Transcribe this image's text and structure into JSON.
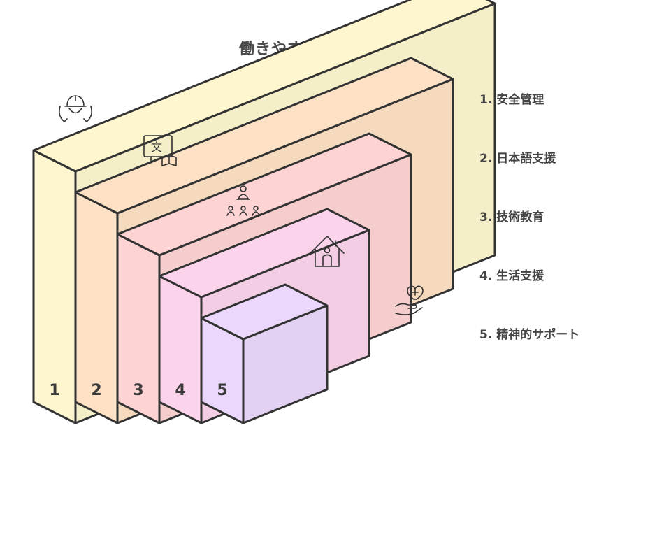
{
  "title": "働きやすい職場環境の構築",
  "steps": [
    {
      "number": "1",
      "label": "1. 安全管理",
      "icon": "helmet-hands-icon",
      "color": "#fdf6cf"
    },
    {
      "number": "2",
      "label": "2. 日本語支援",
      "icon": "language-book-icon",
      "color": "#fde1c4"
    },
    {
      "number": "3",
      "label": "3. 技術教育",
      "icon": "teacher-students-icon",
      "color": "#fdd3d3"
    },
    {
      "number": "4",
      "label": "4. 生活支援",
      "icon": "house-person-icon",
      "color": "#fbd3ea"
    },
    {
      "number": "5",
      "label": "5. 精神的サポート",
      "icon": "heart-hand-icon",
      "color": "#ead7fb"
    }
  ]
}
